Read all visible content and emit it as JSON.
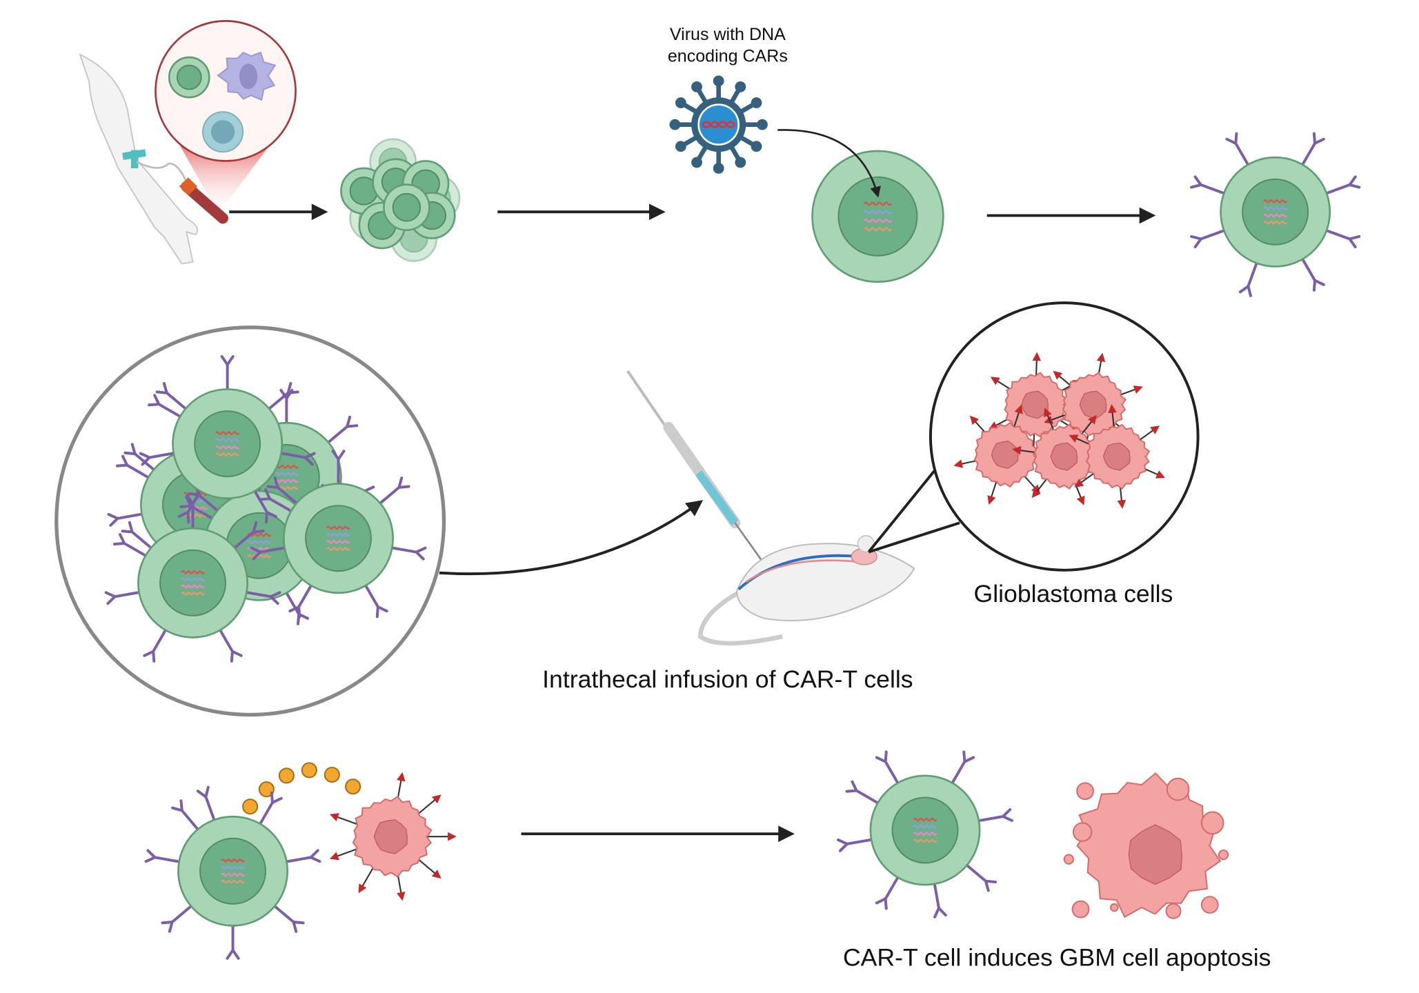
{
  "labels": {
    "virus": [
      "Virus with DNA",
      "encoding CARs"
    ],
    "infusion": "Intrathecal infusion of CAR-T cells",
    "glioblastoma": "Glioblastoma cells",
    "apoptosis": "CAR-T cell induces GBM cell apoptosis"
  },
  "colors": {
    "tcell_outer": "#a8d5b5",
    "tcell_stroke": "#5f9d72",
    "tcell_nucleus": "#6daf87",
    "car_receptor": "#7b5ea7",
    "tumor": "#f4a3a3",
    "tumor_nucleus": "#d97f82",
    "tumor_arrow": "#c62828",
    "virus": "#35607e",
    "virus_core": "#2a8fd0",
    "cytokine": "#f0a830",
    "blood": "#a33a3a"
  }
}
